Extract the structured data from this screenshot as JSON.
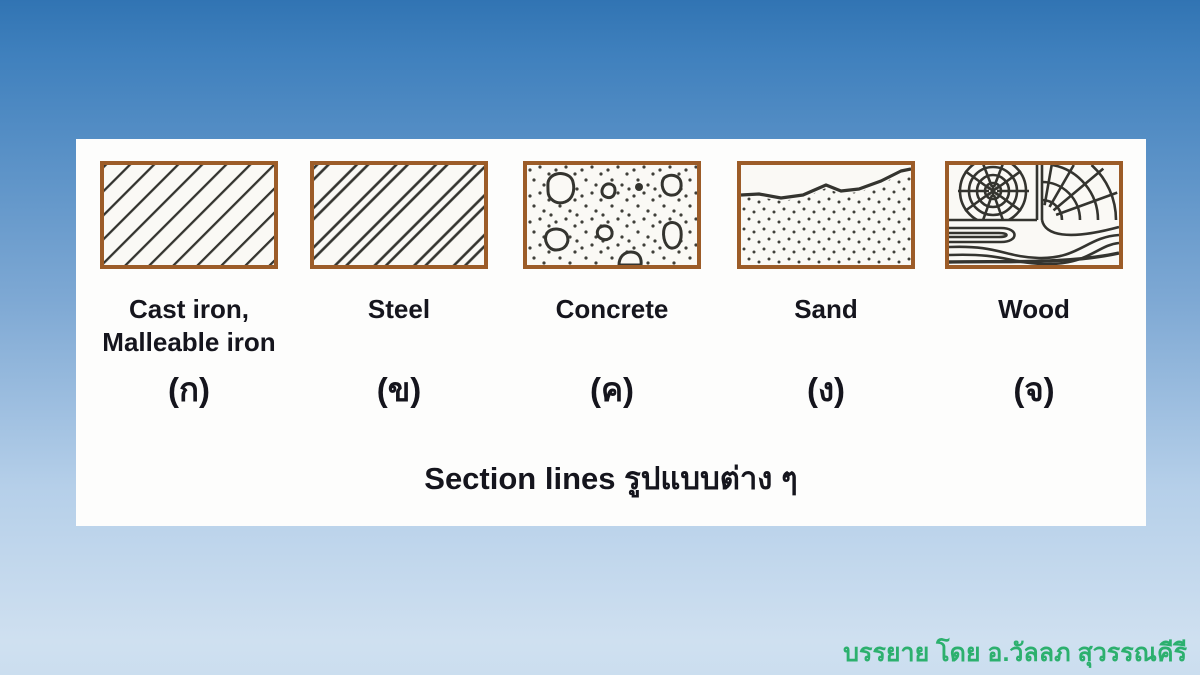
{
  "slide": {
    "caption": "Section lines รูปแบบต่าง ๆ",
    "credit": "บรรยาย โดย อ.วัลลภ สุวรรณคีรี"
  },
  "materials": [
    {
      "label": "Cast iron,\nMalleable iron",
      "thai_label": "(ก)",
      "pattern": "diagonal-hatch"
    },
    {
      "label": "Steel",
      "thai_label": "(ข)",
      "pattern": "paired-diagonal-hatch"
    },
    {
      "label": "Concrete",
      "thai_label": "(ค)",
      "pattern": "aggregate-and-stipple"
    },
    {
      "label": "Sand",
      "thai_label": "(ง)",
      "pattern": "stipple-below-surface"
    },
    {
      "label": "Wood",
      "thai_label": "(จ)",
      "pattern": "wood-grain"
    }
  ],
  "colors": {
    "background_top": "#3174b3",
    "background_bottom": "#cfe0f0",
    "panel": "#fdfdfc",
    "swatch_border": "#9c5c28",
    "hatch_line": "#34342f",
    "label_text": "#15151d",
    "credit_green": "#2cb06e"
  }
}
